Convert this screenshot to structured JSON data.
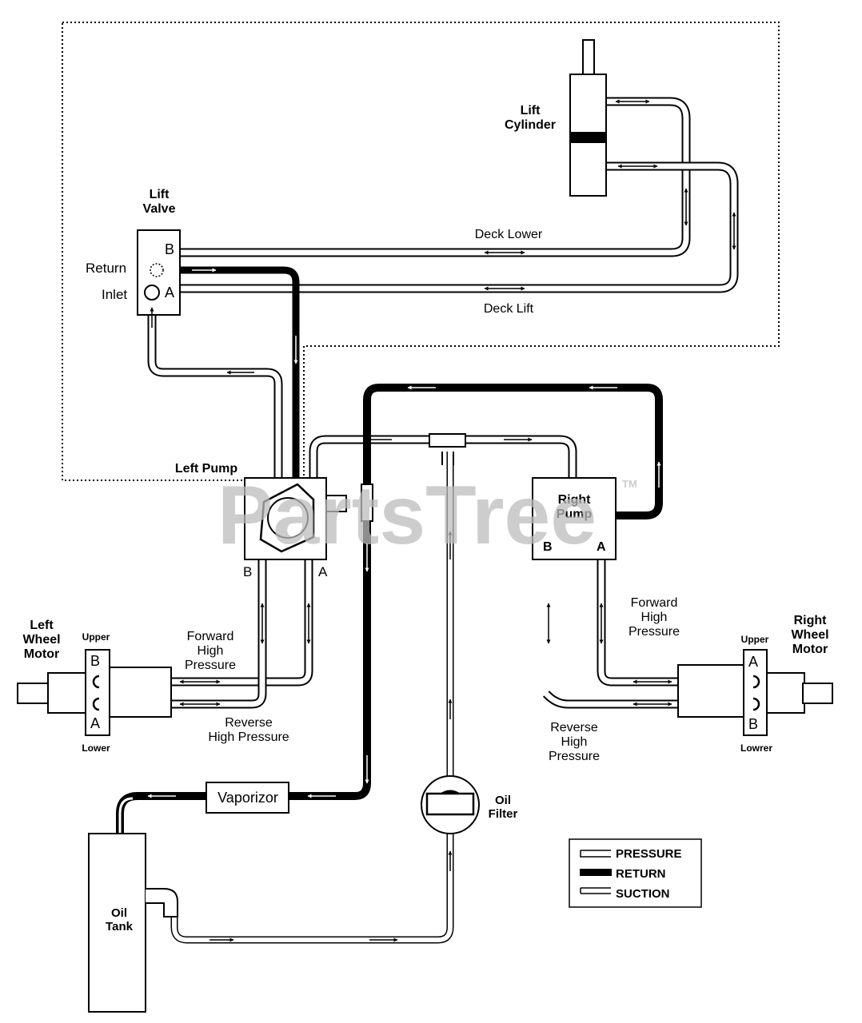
{
  "labels": {
    "lift_cylinder_1": "Lift",
    "lift_cylinder_2": "Cylinder",
    "lift_valve_1": "Lift",
    "lift_valve_2": "Valve",
    "port_b": "B",
    "port_a": "A",
    "return": "Return",
    "inlet": "Inlet",
    "deck_lower": "Deck Lower",
    "deck_lift": "Deck Lift",
    "left_pump": "Left Pump",
    "right_pump_1": "Right",
    "right_pump_2": "Pump",
    "left_wheel_motor_1": "Left",
    "left_wheel_motor_2": "Wheel",
    "left_wheel_motor_3": "Motor",
    "right_wheel_motor_1": "Right",
    "right_wheel_motor_2": "Wheel",
    "right_wheel_motor_3": "Motor",
    "upper": "Upper",
    "lower_left": "Lower",
    "lower_right": "Lowrer",
    "forward_1": "Forward",
    "forward_2": "High",
    "forward_3": "Pressure",
    "reverse_1": "Reverse",
    "reverse_2": "High Pressure",
    "reverse_r1": "Reverse",
    "reverse_r2": "High",
    "reverse_r3": "Pressure",
    "vaporizor": "Vaporizor",
    "oil_filter_1": "Oil",
    "oil_filter_2": "Filter",
    "oil_tank_1": "Oil",
    "oil_tank_2": "Tank"
  },
  "legend": {
    "pressure": "PRESSURE",
    "return": "RETURN",
    "suction": "SUCTION"
  },
  "watermark": {
    "text": "PartsTree",
    "tm": "TM"
  }
}
